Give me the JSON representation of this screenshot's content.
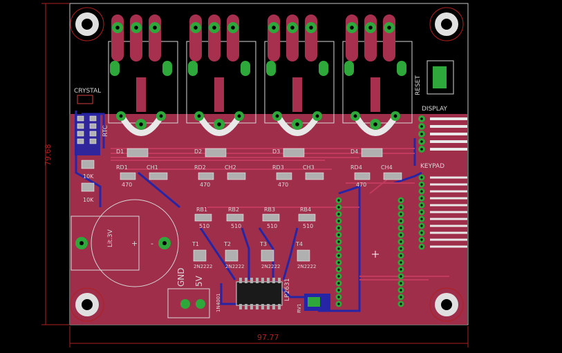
{
  "colors": {
    "background": "#000000",
    "copper_top": "#a8304f",
    "copper_bottom": "#2020a0",
    "pad": "#2ea83a",
    "silk": "#d8d8d8",
    "dimension": "#b02020"
  },
  "dimensions": {
    "width_label": "97.77",
    "height_label": "79.68"
  },
  "labels": {
    "crystal": "CRYSTAL",
    "rtc": "RTC",
    "display": "DISPLAY",
    "keypad": "KEYPAD",
    "reset": "RESET",
    "battery": "Lit.3V",
    "battery_minus": "-",
    "gnd": "GND",
    "five_v": "5V",
    "diode_bottom": "1N4001",
    "ic": "LP2631",
    "rv": "RV1",
    "r1": "10K",
    "r2": "10K"
  },
  "channels": [
    {
      "d": "D1",
      "rd": "RD1",
      "ch": "CH1",
      "val": "470",
      "rb": "RB1",
      "rbval": "510",
      "t": "T1",
      "tval": "2N2222"
    },
    {
      "d": "D2",
      "rd": "RD2",
      "ch": "CH2",
      "val": "470",
      "rb": "RB2",
      "rbval": "510",
      "t": "T2",
      "tval": "2N2222"
    },
    {
      "d": "D3",
      "rd": "RD3",
      "ch": "CH3",
      "val": "470",
      "rb": "RB3",
      "rbval": "510",
      "t": "T3",
      "tval": "2N2222"
    },
    {
      "d": "D4",
      "rd": "RD4",
      "ch": "CH4",
      "val": "470",
      "rb": "RB4",
      "rbval": "510",
      "t": "T4",
      "tval": "2N2222"
    }
  ]
}
